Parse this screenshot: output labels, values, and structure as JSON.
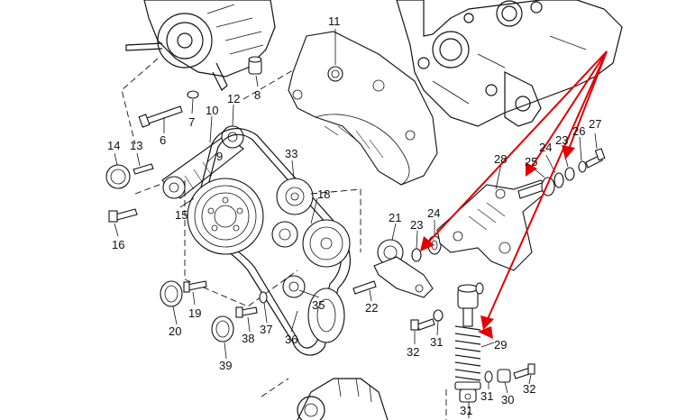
{
  "accent_color": "#e00000",
  "ink_color": "#111111",
  "callouts": [
    {
      "id": "c11",
      "text": "11"
    },
    {
      "id": "c8",
      "text": "8"
    },
    {
      "id": "c12",
      "text": "12"
    },
    {
      "id": "c10",
      "text": "10"
    },
    {
      "id": "c7",
      "text": "7"
    },
    {
      "id": "c6",
      "text": "6"
    },
    {
      "id": "c14",
      "text": "14"
    },
    {
      "id": "c13",
      "text": "13"
    },
    {
      "id": "c9",
      "text": "9"
    },
    {
      "id": "c33",
      "text": "33"
    },
    {
      "id": "c18",
      "text": "18"
    },
    {
      "id": "c15",
      "text": "15"
    },
    {
      "id": "c16",
      "text": "16"
    },
    {
      "id": "c28",
      "text": "28"
    },
    {
      "id": "c24a",
      "text": "24"
    },
    {
      "id": "c23a",
      "text": "23"
    },
    {
      "id": "c26",
      "text": "26"
    },
    {
      "id": "c27",
      "text": "27"
    },
    {
      "id": "c25",
      "text": "25"
    },
    {
      "id": "c21",
      "text": "21"
    },
    {
      "id": "c23b",
      "text": "23"
    },
    {
      "id": "c24b",
      "text": "24"
    },
    {
      "id": "c19",
      "text": "19"
    },
    {
      "id": "c20",
      "text": "20"
    },
    {
      "id": "c22",
      "text": "22"
    },
    {
      "id": "c35",
      "text": "35"
    },
    {
      "id": "c37",
      "text": "37"
    },
    {
      "id": "c38",
      "text": "38"
    },
    {
      "id": "c36",
      "text": "36"
    },
    {
      "id": "c39",
      "text": "39"
    },
    {
      "id": "c31a",
      "text": "31"
    },
    {
      "id": "c29",
      "text": "29"
    },
    {
      "id": "c32a",
      "text": "32"
    },
    {
      "id": "c31b",
      "text": "31"
    },
    {
      "id": "c31c",
      "text": "31"
    },
    {
      "id": "c30",
      "text": "30"
    },
    {
      "id": "c32b",
      "text": "32"
    }
  ]
}
